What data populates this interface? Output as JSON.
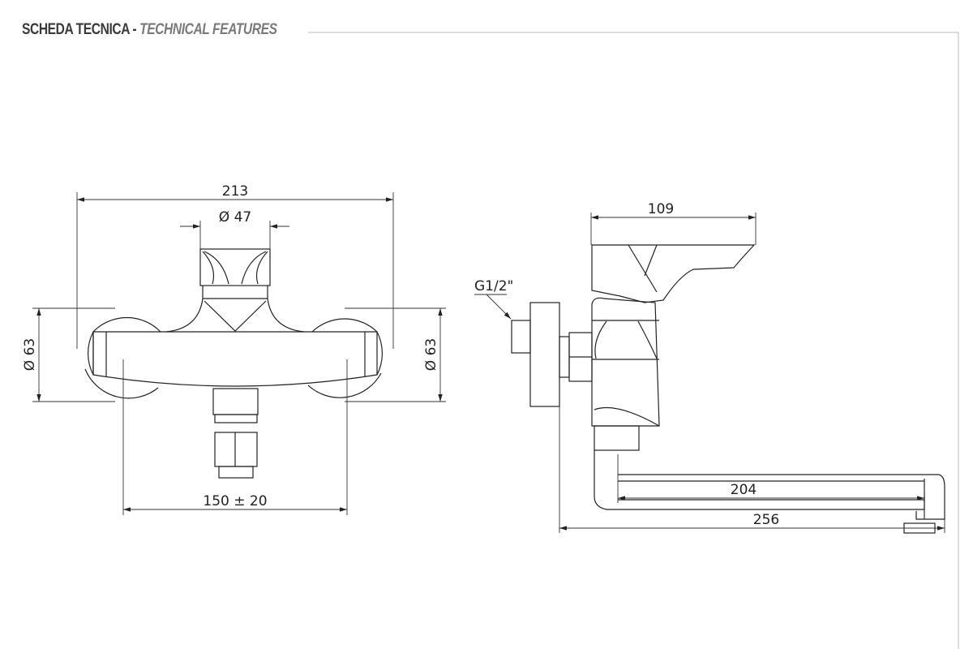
{
  "header": {
    "title_it": "SCHEDA TECNICA",
    "separator": " - ",
    "title_en": "TECHNICAL FEATURES"
  },
  "front_view": {
    "overall_width": "213",
    "handle_diameter": "Ø 47",
    "left_flange_diameter": "Ø 63",
    "right_flange_diameter": "Ø 63",
    "center_distance": "150 ± 20"
  },
  "side_view": {
    "handle_length": "109",
    "thread": "G1/2\"",
    "spout_reach": "204",
    "overall_depth": "256"
  }
}
